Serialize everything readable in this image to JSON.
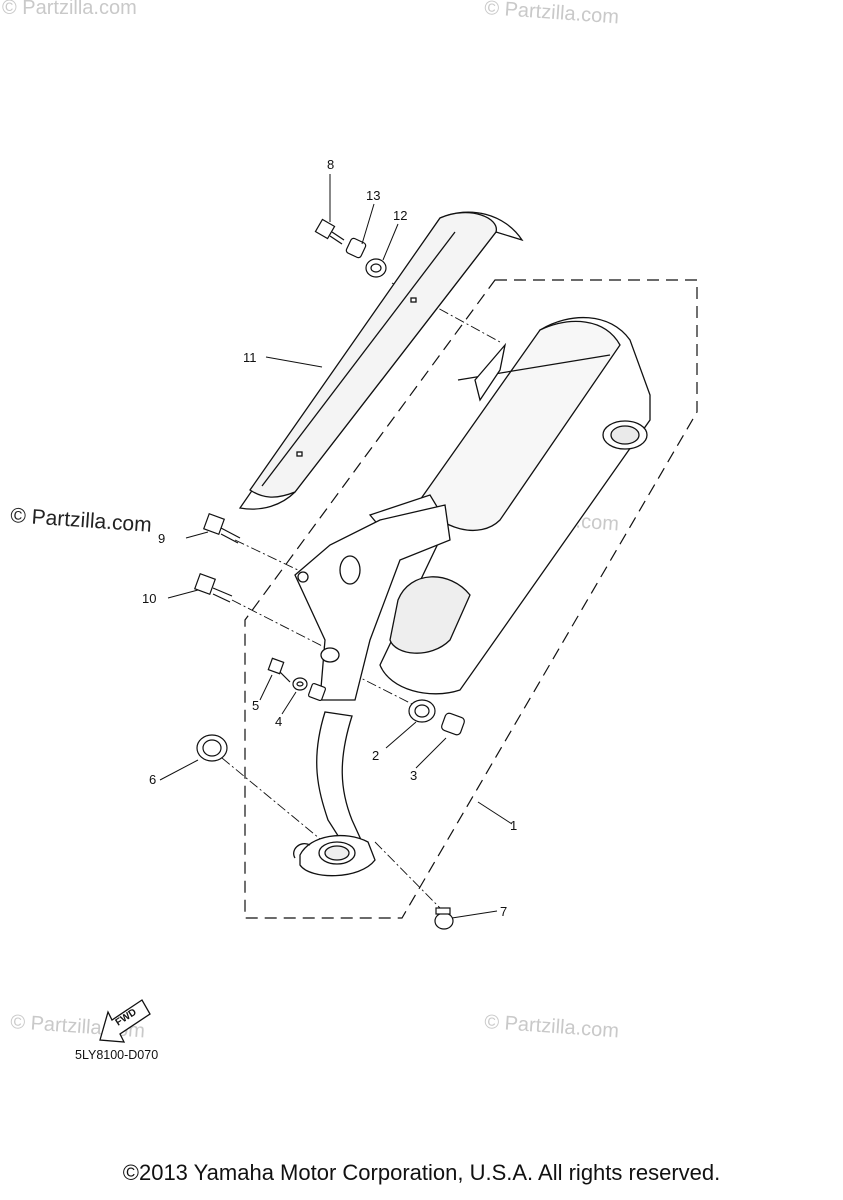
{
  "watermarks": [
    "© Partzilla.com",
    "© Partzilla.com",
    "© Partzilla.com",
    "© Partzilla.com",
    "© Partzilla.com",
    "© Partzilla.com"
  ],
  "callouts": {
    "c1": "1",
    "c2": "2",
    "c3": "3",
    "c4": "4",
    "c5": "5",
    "c6": "6",
    "c7": "7",
    "c8": "8",
    "c9": "9",
    "c10": "10",
    "c11": "11",
    "c12": "12",
    "c13": "13"
  },
  "fwd_label": "FWD",
  "diagram_code": "5LY8100-D070",
  "copyright": "©2013 Yamaha Motor Corporation, U.S.A. All rights reserved."
}
